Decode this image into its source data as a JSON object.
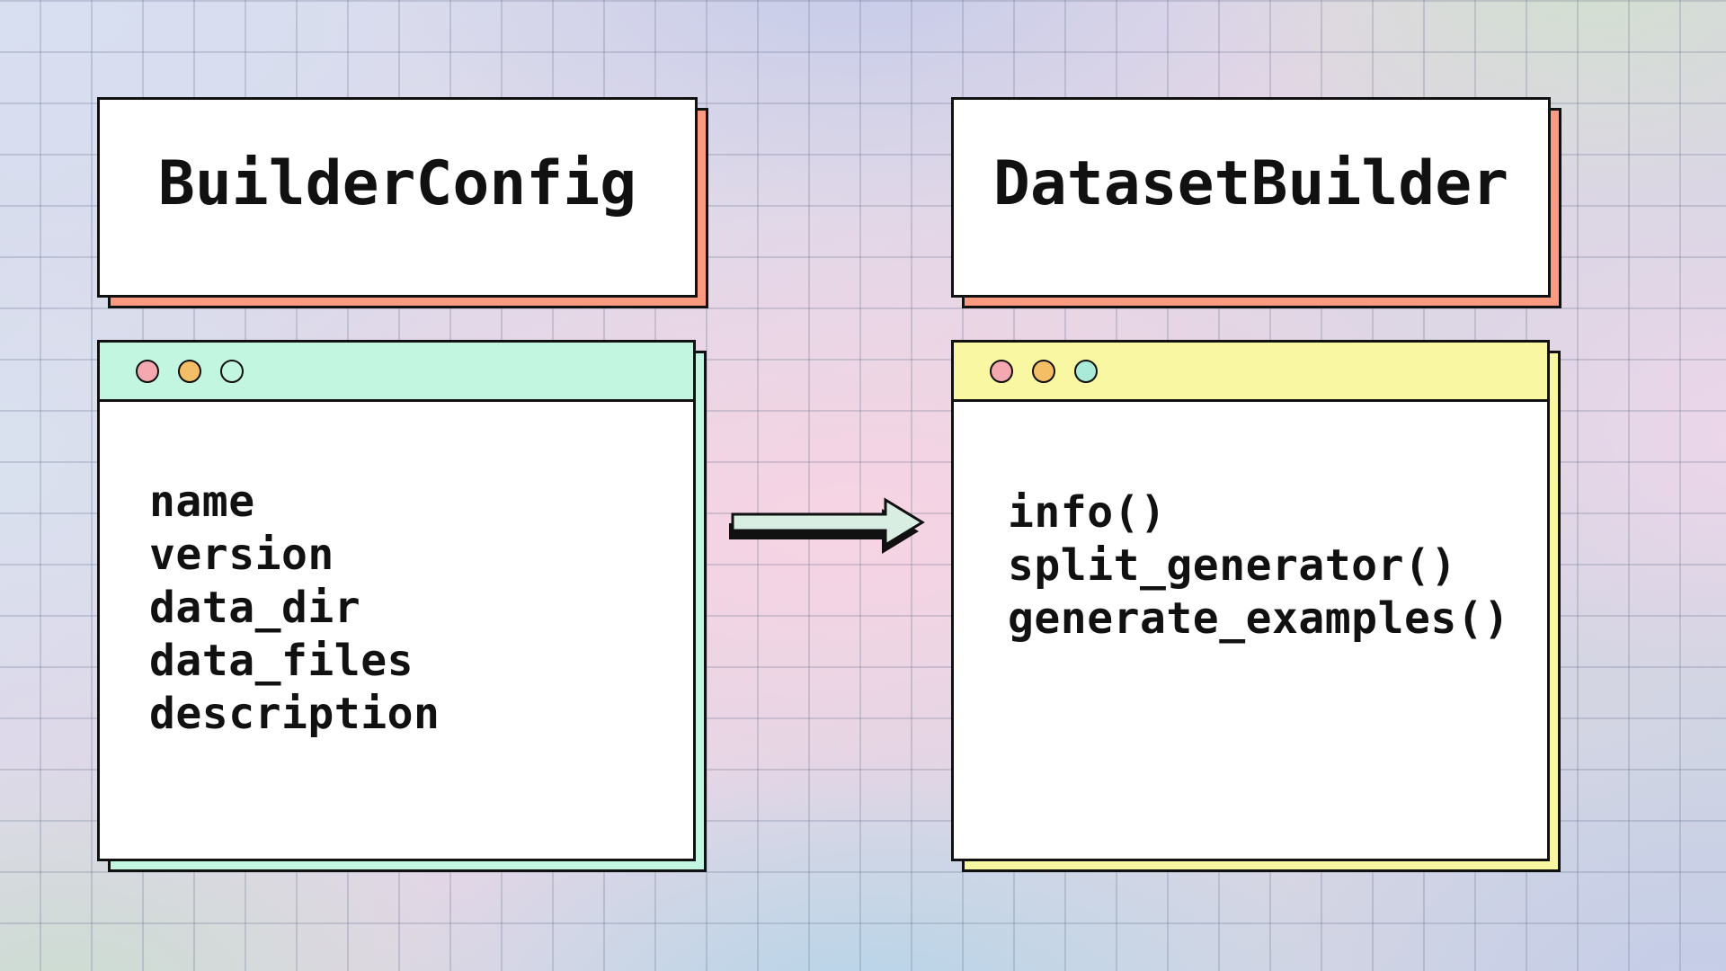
{
  "left_card": {
    "title": "BuilderConfig"
  },
  "right_card": {
    "title": "DatasetBuilder"
  },
  "left_window": {
    "attributes": [
      "name",
      "version",
      "data_dir",
      "data_files",
      "description"
    ]
  },
  "right_window": {
    "methods": [
      "info()",
      "split_generator()",
      "generate_examples()"
    ]
  },
  "colors": {
    "card-shadow": "#fa9a80",
    "mint": "#c3f6e1",
    "yellow": "#faf7a3",
    "dot-pink": "#f4a9b1",
    "dot-orange": "#f4be66",
    "dot-plain": "transparent",
    "dot-cyan": "#a9ebd8",
    "arrow-fill": "#d9eee3",
    "ink": "#111111"
  }
}
